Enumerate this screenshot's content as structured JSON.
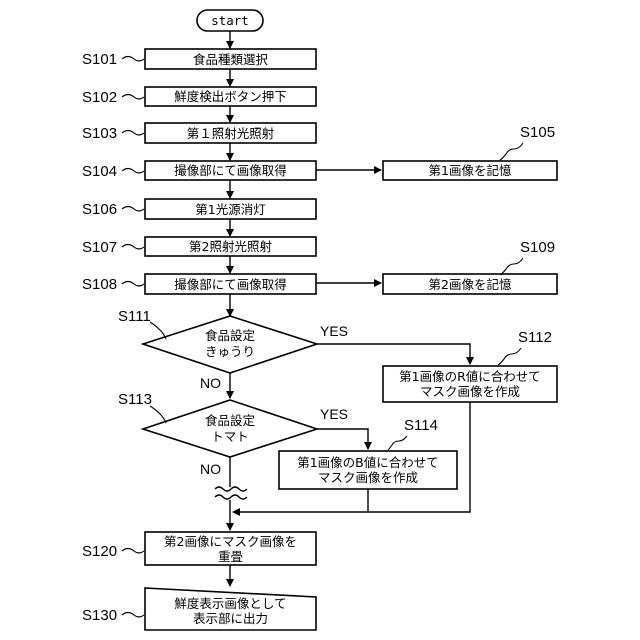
{
  "flowchart": {
    "start": "start",
    "steps": {
      "s101": {
        "label": "S101",
        "text": "食品種類選択"
      },
      "s102": {
        "label": "S102",
        "text": "鮮度検出ボタン押下"
      },
      "s103": {
        "label": "S103",
        "text": "第１照射光照射"
      },
      "s104": {
        "label": "S104",
        "text": "撮像部にて画像取得"
      },
      "s105": {
        "label": "S105",
        "text": "第1画像を記憶"
      },
      "s106": {
        "label": "S106",
        "text": "第1光源消灯"
      },
      "s107": {
        "label": "S107",
        "text": "第2照射光照射"
      },
      "s108": {
        "label": "S108",
        "text": "撮像部にて画像取得"
      },
      "s109": {
        "label": "S109",
        "text": "第2画像を記憶"
      },
      "s111": {
        "label": "S111",
        "line1": "食品設定",
        "line2": "きゅうり"
      },
      "s112": {
        "label": "S112",
        "line1": "第1画像のR値に合わせて",
        "line2": "マスク画像を作成"
      },
      "s113": {
        "label": "S113",
        "line1": "食品設定",
        "line2": "トマト"
      },
      "s114": {
        "label": "S114",
        "line1": "第1画像のB値に合わせて",
        "line2": "マスク画像を作成"
      },
      "s120": {
        "label": "S120",
        "line1": "第2画像にマスク画像を",
        "line2": "重畳"
      },
      "s130": {
        "label": "S130",
        "line1": "鮮度表示画像として",
        "line2": "表示部に出力"
      }
    },
    "branches": {
      "yes": "YES",
      "no": "NO"
    }
  }
}
